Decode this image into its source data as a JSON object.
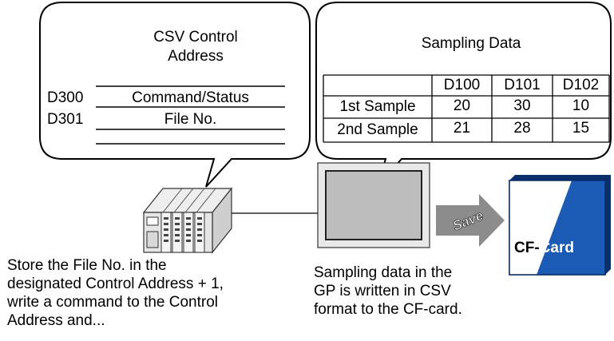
{
  "control_bubble": {
    "title_line1": "CSV Control",
    "title_line2": "Address",
    "rows": [
      {
        "address": "D300",
        "field": "Command/Status"
      },
      {
        "address": "D301",
        "field": "File No."
      }
    ]
  },
  "sampling_bubble": {
    "title": "Sampling Data",
    "columns": [
      "D100",
      "D101",
      "D102"
    ],
    "rows": [
      {
        "label": "1st Sample",
        "values": [
          "20",
          "30",
          "10"
        ]
      },
      {
        "label": "2nd Sample",
        "values": [
          "21",
          "28",
          "15"
        ]
      }
    ]
  },
  "save_arrow": {
    "label": "Save"
  },
  "cf_card": {
    "label_part1": "CF-",
    "label_part2": "Card"
  },
  "captions": {
    "plc": [
      "Store the File No. in the",
      "designated Control Address + 1,",
      "write a command to the Control",
      "Address and..."
    ],
    "gp": [
      "Sampling data in the",
      "GP is written in CSV",
      "format to the CF-card."
    ]
  },
  "colors": {
    "card_blue": "#1c5bb5",
    "card_dark": "#0a2f6b",
    "arrow_gray": "#8c8c8c",
    "screen_gray": "#c0c0c0"
  },
  "icons": [
    "plc-icon",
    "gp-display-icon",
    "cf-card-icon",
    "save-arrow-icon"
  ]
}
